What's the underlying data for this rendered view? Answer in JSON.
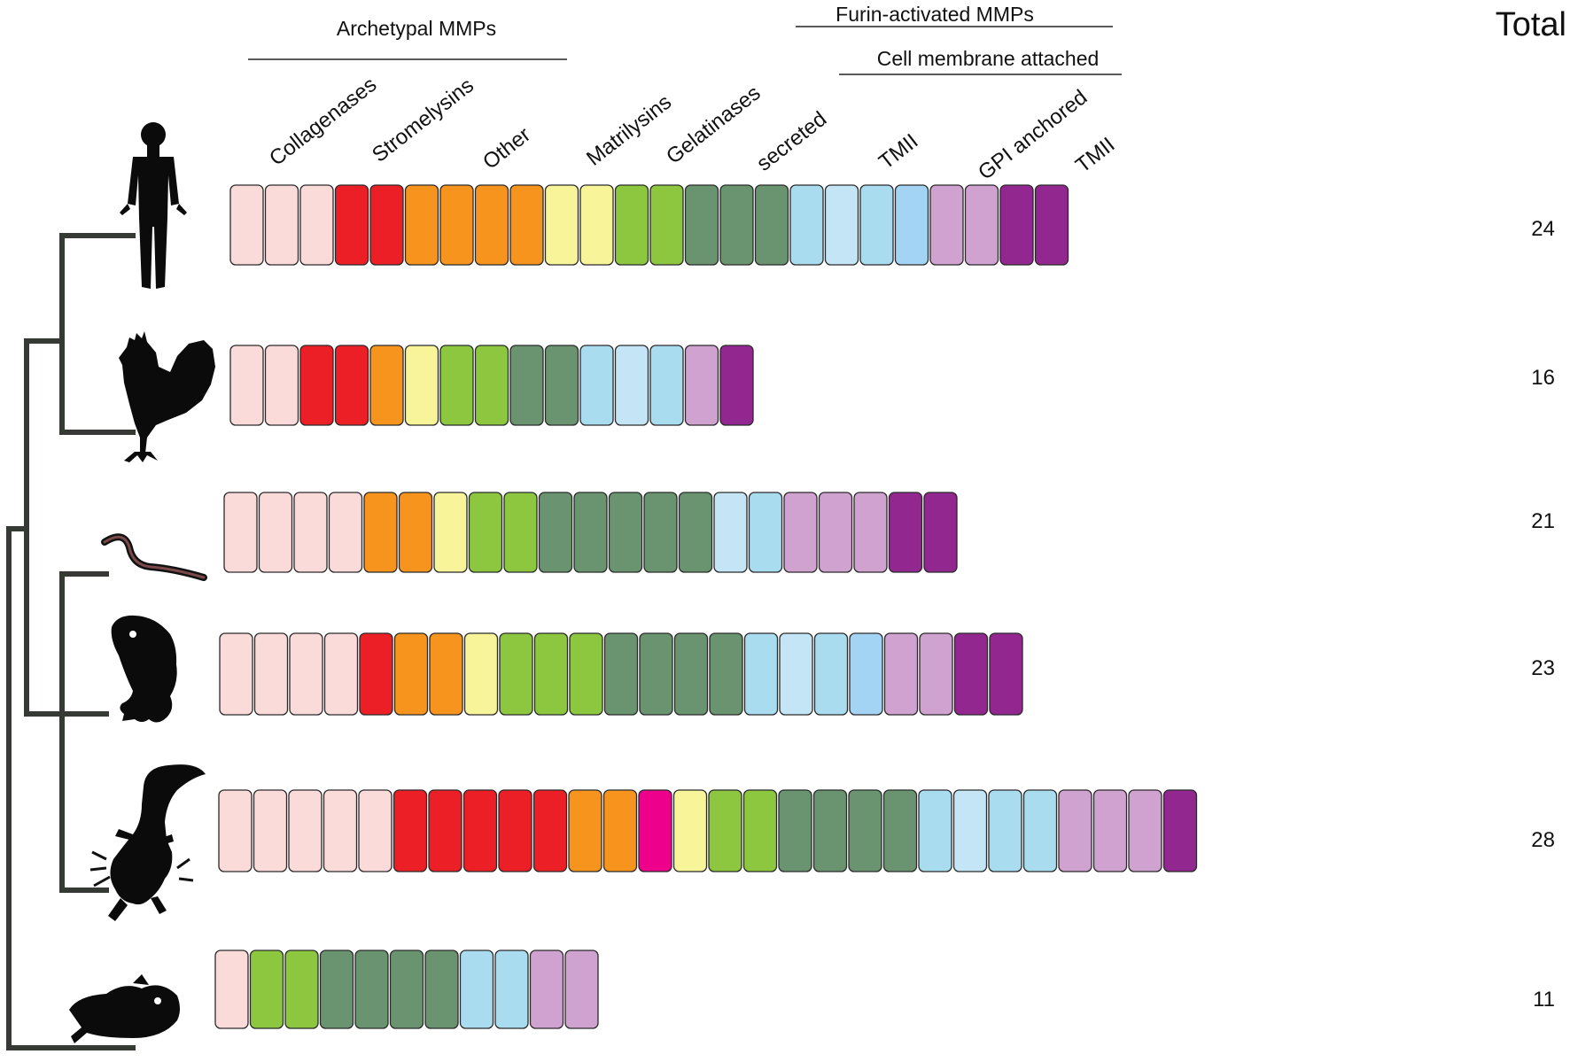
{
  "groups": {
    "archetypal": "Archetypal MMPs",
    "furin": "Furin-activated MMPs",
    "membrane": "Cell membrane attached"
  },
  "categories": {
    "collagenases": "Collagenases",
    "stromelysins": "Stromelysins",
    "other": "Other",
    "matrilysins": "Matrilysins",
    "gelatinases": "Gelatinases",
    "secreted": "secreted",
    "tmii_a": "TMII",
    "gpi": "GPI anchored",
    "tmii_b": "TMII"
  },
  "total_header": "Total",
  "colors": {
    "pink": "#fbdada",
    "red": "#ec1f26",
    "orange": "#f7941d",
    "yellow": "#f7f49a",
    "magenta": "#ec008c",
    "lgreen": "#8dc63f",
    "dgreen": "#6a9470",
    "lblue": "#a9dcee",
    "mblue": "#c4e5f6",
    "blue": "#a4d4f4",
    "lavender": "#cfa2cf",
    "purple": "#92278f"
  },
  "species": [
    {
      "icon": "human-icon",
      "total": "24",
      "cells": [
        "pink",
        "pink",
        "pink",
        "red",
        "red",
        "orange",
        "orange",
        "orange",
        "orange",
        "yellow",
        "yellow",
        "lgreen",
        "lgreen",
        "dgreen",
        "dgreen",
        "dgreen",
        "lblue",
        "mblue",
        "lblue",
        "blue",
        "lavender",
        "lavender",
        "purple",
        "purple"
      ]
    },
    {
      "icon": "chicken-icon",
      "total": "16",
      "cells": [
        "pink",
        "pink",
        "red",
        "red",
        "orange",
        "yellow",
        "lgreen",
        "lgreen",
        "dgreen",
        "dgreen",
        "lblue",
        "mblue",
        "lblue",
        "lavender",
        "purple"
      ]
    },
    {
      "icon": "caecilian-icon",
      "total": "21",
      "cells": [
        "pink",
        "pink",
        "pink",
        "pink",
        "orange",
        "orange",
        "yellow",
        "lgreen",
        "lgreen",
        "dgreen",
        "dgreen",
        "dgreen",
        "dgreen",
        "dgreen",
        "mblue",
        "lblue",
        "lavender",
        "lavender",
        "lavender",
        "purple",
        "purple"
      ]
    },
    {
      "icon": "frog-icon",
      "total": "23",
      "cells": [
        "pink",
        "pink",
        "pink",
        "pink",
        "red",
        "orange",
        "orange",
        "yellow",
        "lgreen",
        "lgreen",
        "lgreen",
        "dgreen",
        "dgreen",
        "dgreen",
        "dgreen",
        "lblue",
        "mblue",
        "lblue",
        "blue",
        "lavender",
        "lavender",
        "purple",
        "purple"
      ]
    },
    {
      "icon": "axolotl-icon",
      "total": "28",
      "cells": [
        "pink",
        "pink",
        "pink",
        "pink",
        "pink",
        "red",
        "red",
        "red",
        "red",
        "red",
        "orange",
        "orange",
        "magenta",
        "yellow",
        "lgreen",
        "lgreen",
        "dgreen",
        "dgreen",
        "dgreen",
        "dgreen",
        "lblue",
        "mblue",
        "lblue",
        "lblue",
        "lavender",
        "lavender",
        "lavender",
        "purple"
      ]
    },
    {
      "icon": "zebrafish-icon",
      "total": "11",
      "cells": [
        "pink",
        "lgreen",
        "lgreen",
        "dgreen",
        "dgreen",
        "dgreen",
        "dgreen",
        "lblue",
        "lblue",
        "lavender",
        "lavender"
      ]
    }
  ]
}
